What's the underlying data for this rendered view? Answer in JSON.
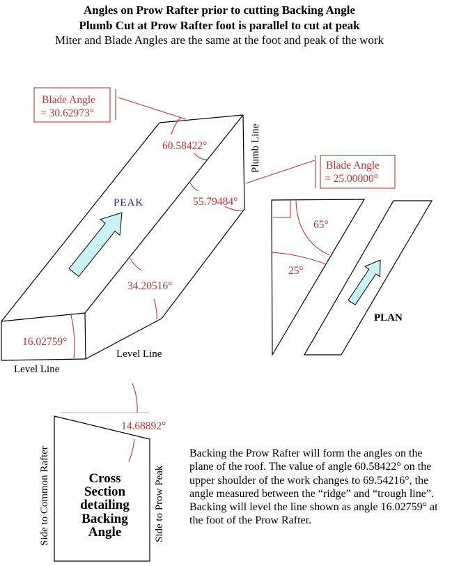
{
  "title": {
    "line1": "Angles on Prow Rafter prior to cutting Backing Angle",
    "line2": "Plumb Cut at Prow Rafter foot is parallel to cut at peak",
    "line3": "Miter and Blade Angles are the same at the foot and peak of the work"
  },
  "colors": {
    "annotation_red": "#c43030",
    "peak_navy": "#2020a0",
    "arrow_cyan": "#c9f2f4",
    "reference_gray": "#c4c4c4",
    "line_black": "#000000"
  },
  "rafter3d": {
    "peak_label": "PEAK",
    "plumb_line_label": "Plumb Line",
    "level_line_foot_label": "Level Line",
    "level_line_seat_label": "Level Line",
    "blade_angle_peak_box": {
      "line1": "Blade Angle",
      "line2": "= 30.62973°"
    },
    "angles": {
      "upper_shoulder": "60.58422°",
      "peak_plumb": "55.79484°",
      "peak_level": "34.20516°",
      "foot": "16.02759°"
    }
  },
  "plan": {
    "label": "PLAN",
    "blade_angle_box": {
      "line1": "Blade Angle",
      "line2": "= 25.00000°"
    },
    "angle_top": "65°",
    "angle_bottom": "25°"
  },
  "cross_section": {
    "backing_angle": "14.68892°",
    "caption": "Cross\nSection\ndetailing\nBacking\nAngle",
    "left_side_label": "Side to Common Rafter",
    "right_side_label": "Side to Prow Peak"
  },
  "note": "Backing the Prow Rafter will form the angles on the\nplane of the roof. The value of angle 60.58422° on the\nupper shoulder of the work changes to 69.54216°, the\nangle measured between the “ridge” and “trough line”.\nBacking will level the line shown as angle 16.02759° at\nthe foot of the Prow Rafter."
}
